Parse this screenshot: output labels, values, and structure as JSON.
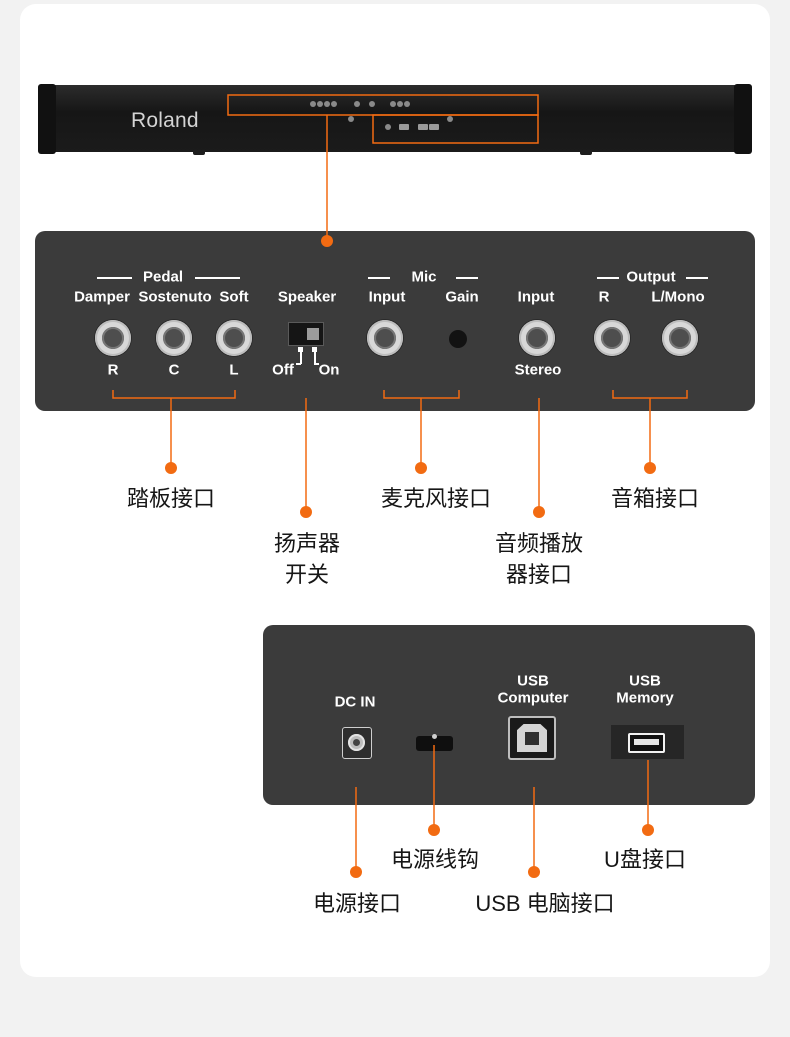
{
  "logo": "Roland",
  "top_panel": {
    "pedal": {
      "group": "Pedal",
      "names": [
        "Damper",
        "Sostenuto",
        "Soft"
      ],
      "jacks": [
        "R",
        "C",
        "L"
      ]
    },
    "speaker": {
      "label": "Speaker",
      "off": "Off",
      "on": "On"
    },
    "mic": {
      "group": "Mic",
      "input": "Input",
      "gain": "Gain"
    },
    "audio_in": {
      "label": "Input",
      "sub": "Stereo"
    },
    "output": {
      "group": "Output",
      "r": "R",
      "l_mono": "L/Mono"
    }
  },
  "top_callouts": {
    "pedal": "踏板接口",
    "speaker": [
      "扬声器",
      "开关"
    ],
    "mic": "麦克风接口",
    "audio_in": [
      "音频播放",
      "器接口"
    ],
    "output": "音箱接口"
  },
  "bottom_panel": {
    "dc_in": "DC IN",
    "usb_computer": [
      "USB",
      "Computer"
    ],
    "usb_memory": [
      "USB",
      "Memory"
    ]
  },
  "bottom_callouts": {
    "dc_in": "电源接口",
    "cord_hook": "电源线钩",
    "usb_computer": "USB 电脑接口",
    "usb_memory": "U盘接口"
  },
  "colors": {
    "accent": "#f26b12",
    "panel": "#3b3b3b",
    "card": "#ffffff",
    "page": "#f2f2f2"
  }
}
